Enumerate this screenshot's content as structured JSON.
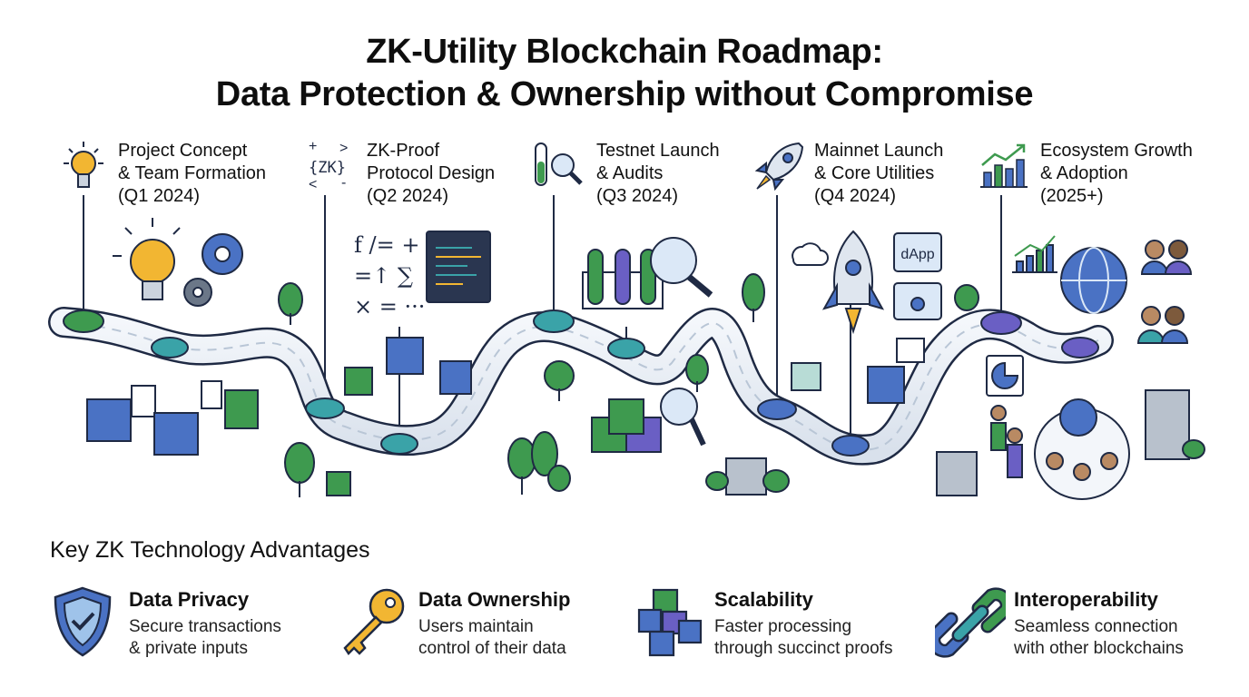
{
  "header": {
    "title_line1": "ZK-Utility Blockchain Roadmap:",
    "title_line2": "Data Protection & Ownership without Compromise"
  },
  "milestones": [
    {
      "line1": "Project Concept",
      "line2": "& Team Formation",
      "period": "(Q1 2024)",
      "icon": "lightbulb-icon"
    },
    {
      "line1": "ZK-Proof",
      "line2": "Protocol Design",
      "period": "(Q2 2024)",
      "icon": "zk-code-icon",
      "icon_text": "{ZK}"
    },
    {
      "line1": "Testnet Launch",
      "line2": "& Audits",
      "period": "(Q3 2024)",
      "icon": "test-tube-magnifier-icon"
    },
    {
      "line1": "Mainnet Launch",
      "line2": "& Core Utilities",
      "period": "(Q4 2024)",
      "icon": "rocket-icon"
    },
    {
      "line1": "Ecosystem Growth",
      "line2": "& Adoption",
      "period": "(2025+)",
      "icon": "growth-chart-icon"
    }
  ],
  "illustration": {
    "formula_text": [
      "f /= +",
      "=↑ ∑",
      "× = ···"
    ],
    "dapp_label": "dApp"
  },
  "advantages": {
    "heading": "Key ZK Technology Advantages",
    "items": [
      {
        "title": "Data Privacy",
        "desc1": "Secure transactions",
        "desc2": "& private inputs",
        "icon": "shield-check-icon"
      },
      {
        "title": "Data Ownership",
        "desc1": "Users maintain",
        "desc2": "control of their data",
        "icon": "key-icon"
      },
      {
        "title": "Scalability",
        "desc1": "Faster processing",
        "desc2": "through succinct proofs",
        "icon": "cubes-icon"
      },
      {
        "title": "Interoperability",
        "desc1": "Seamless connection",
        "desc2": "with other blockchains",
        "icon": "chain-link-icon"
      }
    ]
  },
  "colors": {
    "blue": "#4a72c4",
    "green": "#3e9a4f",
    "teal": "#3aa3a8",
    "navy": "#1f2a44",
    "road": "#e6ecf3",
    "amber": "#f2b632"
  }
}
